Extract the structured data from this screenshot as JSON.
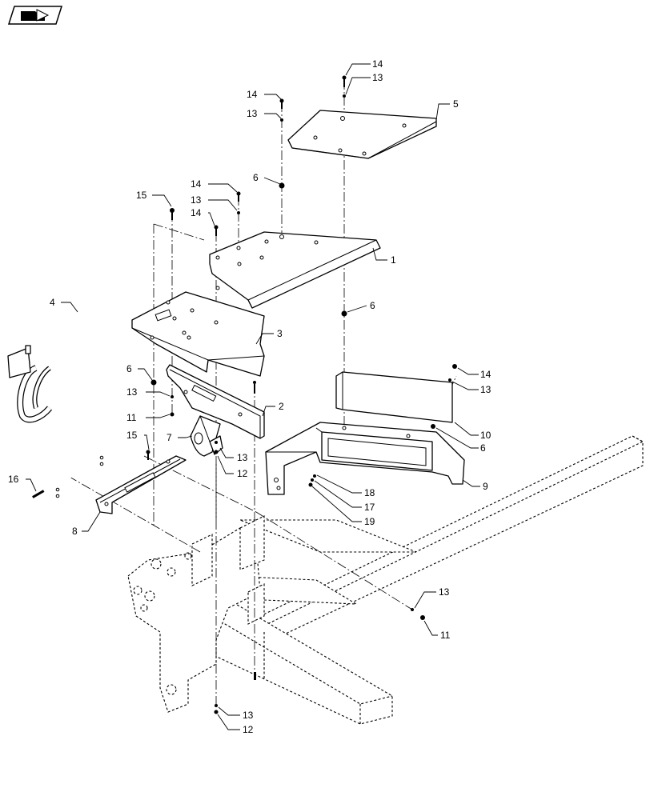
{
  "toolbar": {
    "icon": "arrow-folder-icon"
  },
  "callouts": [
    {
      "id": "c14a",
      "text": "14"
    },
    {
      "id": "c13a",
      "text": "13"
    },
    {
      "id": "c14b",
      "text": "14"
    },
    {
      "id": "c13b",
      "text": "13"
    },
    {
      "id": "c5",
      "text": "5"
    },
    {
      "id": "c6a",
      "text": "6"
    },
    {
      "id": "c15a",
      "text": "15"
    },
    {
      "id": "c14c",
      "text": "14"
    },
    {
      "id": "c13c",
      "text": "13"
    },
    {
      "id": "c14d",
      "text": "14"
    },
    {
      "id": "c1",
      "text": "1"
    },
    {
      "id": "c4",
      "text": "4"
    },
    {
      "id": "c6b",
      "text": "6"
    },
    {
      "id": "c3",
      "text": "3"
    },
    {
      "id": "c6c",
      "text": "6"
    },
    {
      "id": "c13d",
      "text": "13"
    },
    {
      "id": "c11a",
      "text": "11"
    },
    {
      "id": "c2",
      "text": "2"
    },
    {
      "id": "c14e",
      "text": "14"
    },
    {
      "id": "c13e",
      "text": "13"
    },
    {
      "id": "c10",
      "text": "10"
    },
    {
      "id": "c6d",
      "text": "6"
    },
    {
      "id": "c15b",
      "text": "15"
    },
    {
      "id": "c7",
      "text": "7"
    },
    {
      "id": "c13f",
      "text": "13"
    },
    {
      "id": "c12a",
      "text": "12"
    },
    {
      "id": "c9",
      "text": "9"
    },
    {
      "id": "c16",
      "text": "16"
    },
    {
      "id": "c18",
      "text": "18"
    },
    {
      "id": "c17",
      "text": "17"
    },
    {
      "id": "c19",
      "text": "19"
    },
    {
      "id": "c8",
      "text": "8"
    },
    {
      "id": "c13g",
      "text": "13"
    },
    {
      "id": "c11b",
      "text": "11"
    },
    {
      "id": "c13h",
      "text": "13"
    },
    {
      "id": "c12b",
      "text": "12"
    }
  ]
}
